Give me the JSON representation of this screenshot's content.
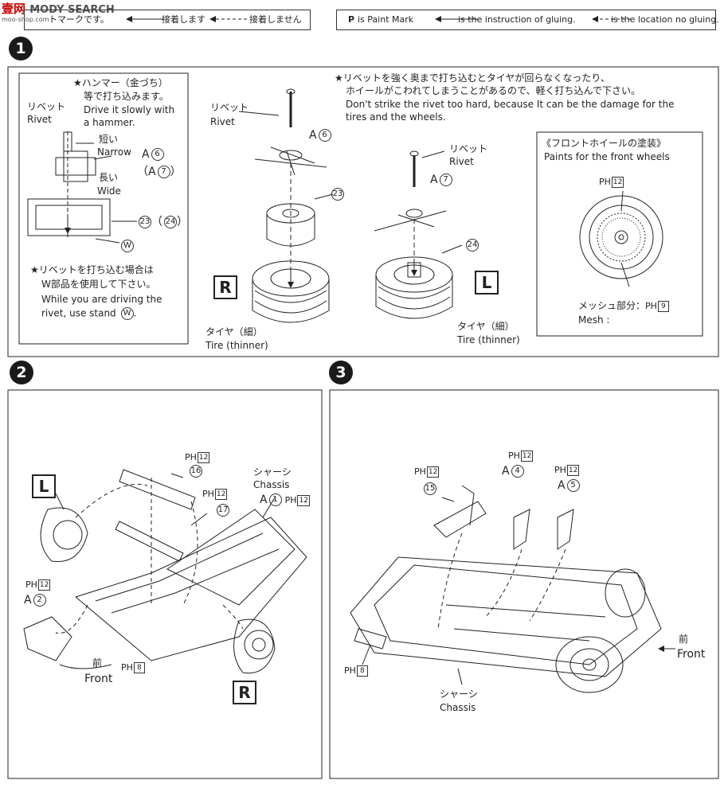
{
  "watermark": {
    "logo_text": "壹网",
    "search_text": "MODY SEARCH",
    "url_text": "moo-shop.com"
  },
  "legend": {
    "jp_paint_mark": "トマークです。",
    "jp_gluing": "接着します",
    "jp_no_gluing": "接着しません",
    "en_paint_mark_symbol": "P",
    "en_paint_mark": "is Paint Mark",
    "en_gluing": "is the instruction of gluing.",
    "en_no_gluing": "is the location no gluing."
  },
  "step1": {
    "number": "1",
    "hammer_note_jp_1": "★ハンマー（金づち）",
    "hammer_note_jp_2": "等で打ち込みます。",
    "hammer_note_en_1": "Drive it slowly with",
    "hammer_note_en_2": "a hammer.",
    "rivet_jp": "リベット",
    "rivet_en": "Rivet",
    "short_jp": "短い",
    "narrow_en": "Narrow",
    "long_jp": "長い",
    "wide_en": "Wide",
    "part_a_prefix": "A",
    "part_6": "6",
    "part_7": "7",
    "part_23": "23",
    "part_24": "24",
    "part_w": "W",
    "stand_note_jp_1": "★リベットを打ち込む場合は",
    "stand_note_jp_2": "W部品を使用して下さい。",
    "stand_note_en_1": "While you are driving the",
    "stand_note_en_2": "rivet, use stand",
    "caution_jp_1": "★リベットを強く奥まで打ち込むとタイヤが回らなくなったり、",
    "caution_jp_2": "ホイールがこわれてしまうことがあるので、軽く打ち込んで下さい。",
    "caution_en_1": "Don't strike the rivet too hard, because It can be the damage for the",
    "caution_en_2": "tires and the wheels.",
    "tire_jp": "タイヤ（細）",
    "tire_en": "Tire (thinner)",
    "badge_r": "R",
    "badge_l": "L",
    "wheel_paint_title_jp": "《フロントホイールの塗装》",
    "wheel_paint_title_en": "Paints for the front wheels",
    "ph_prefix": "PH",
    "paint_12": "12",
    "paint_9": "9",
    "mesh_jp": "メッシュ部分：",
    "mesh_en": "Mesh :"
  },
  "step2": {
    "number": "2",
    "ph_prefix": "PH",
    "paint_12": "12",
    "paint_8": "8",
    "part_16": "16",
    "part_17": "17",
    "chassis_jp": "シャーシ",
    "chassis_en": "Chassis",
    "part_a_prefix": "A",
    "part_1": "1",
    "part_2": "2",
    "front_jp": "前",
    "front_en": "Front",
    "badge_l": "L",
    "badge_r": "R"
  },
  "step3": {
    "number": "3",
    "ph_prefix": "PH",
    "paint_12": "12",
    "paint_8": "8",
    "part_15": "15",
    "part_a_prefix": "A",
    "part_4": "4",
    "part_5": "5",
    "front_jp": "前",
    "front_en": "Front",
    "chassis_jp": "シャーシ",
    "chassis_en": "Chassis"
  }
}
